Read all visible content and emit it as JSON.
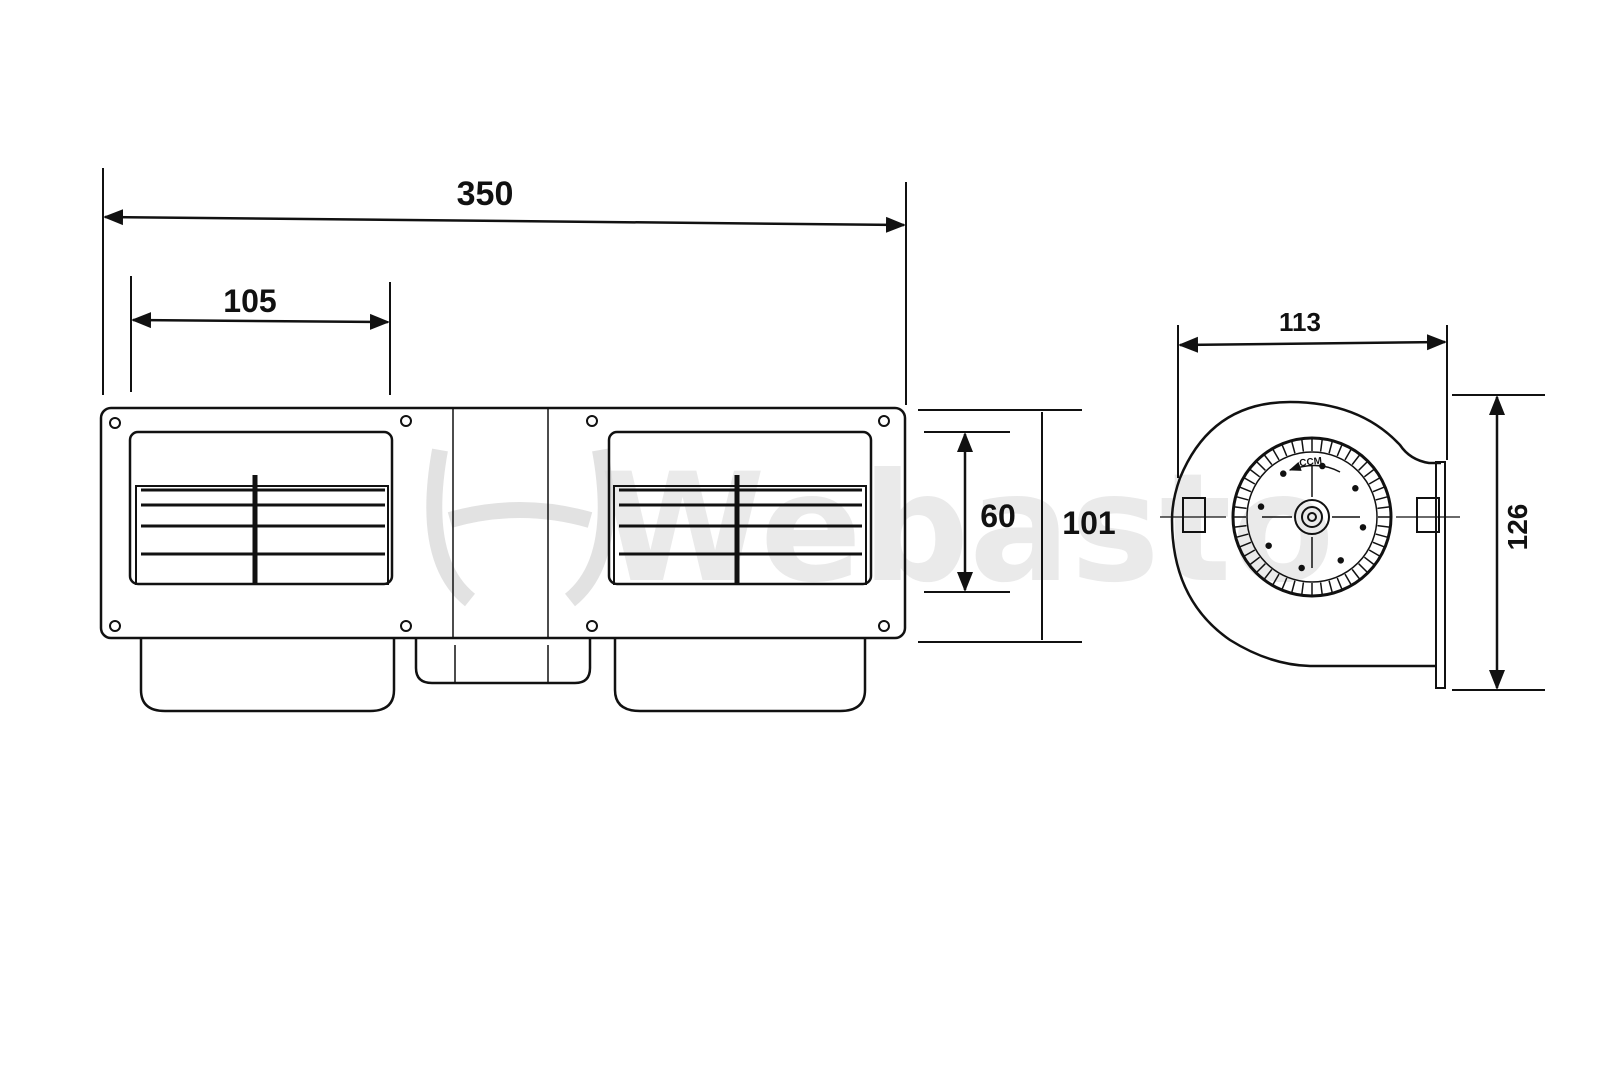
{
  "dimensions": {
    "overall_width": "350",
    "outlet_width": "105",
    "outlet_height": "60",
    "housing_height": "101",
    "side_width": "113",
    "side_height": "126"
  },
  "rotation_label": "CCM",
  "watermark": {
    "text": "Webasto",
    "color": "#d9d9d9"
  },
  "colors": {
    "ink": "#111111",
    "background": "#ffffff"
  }
}
